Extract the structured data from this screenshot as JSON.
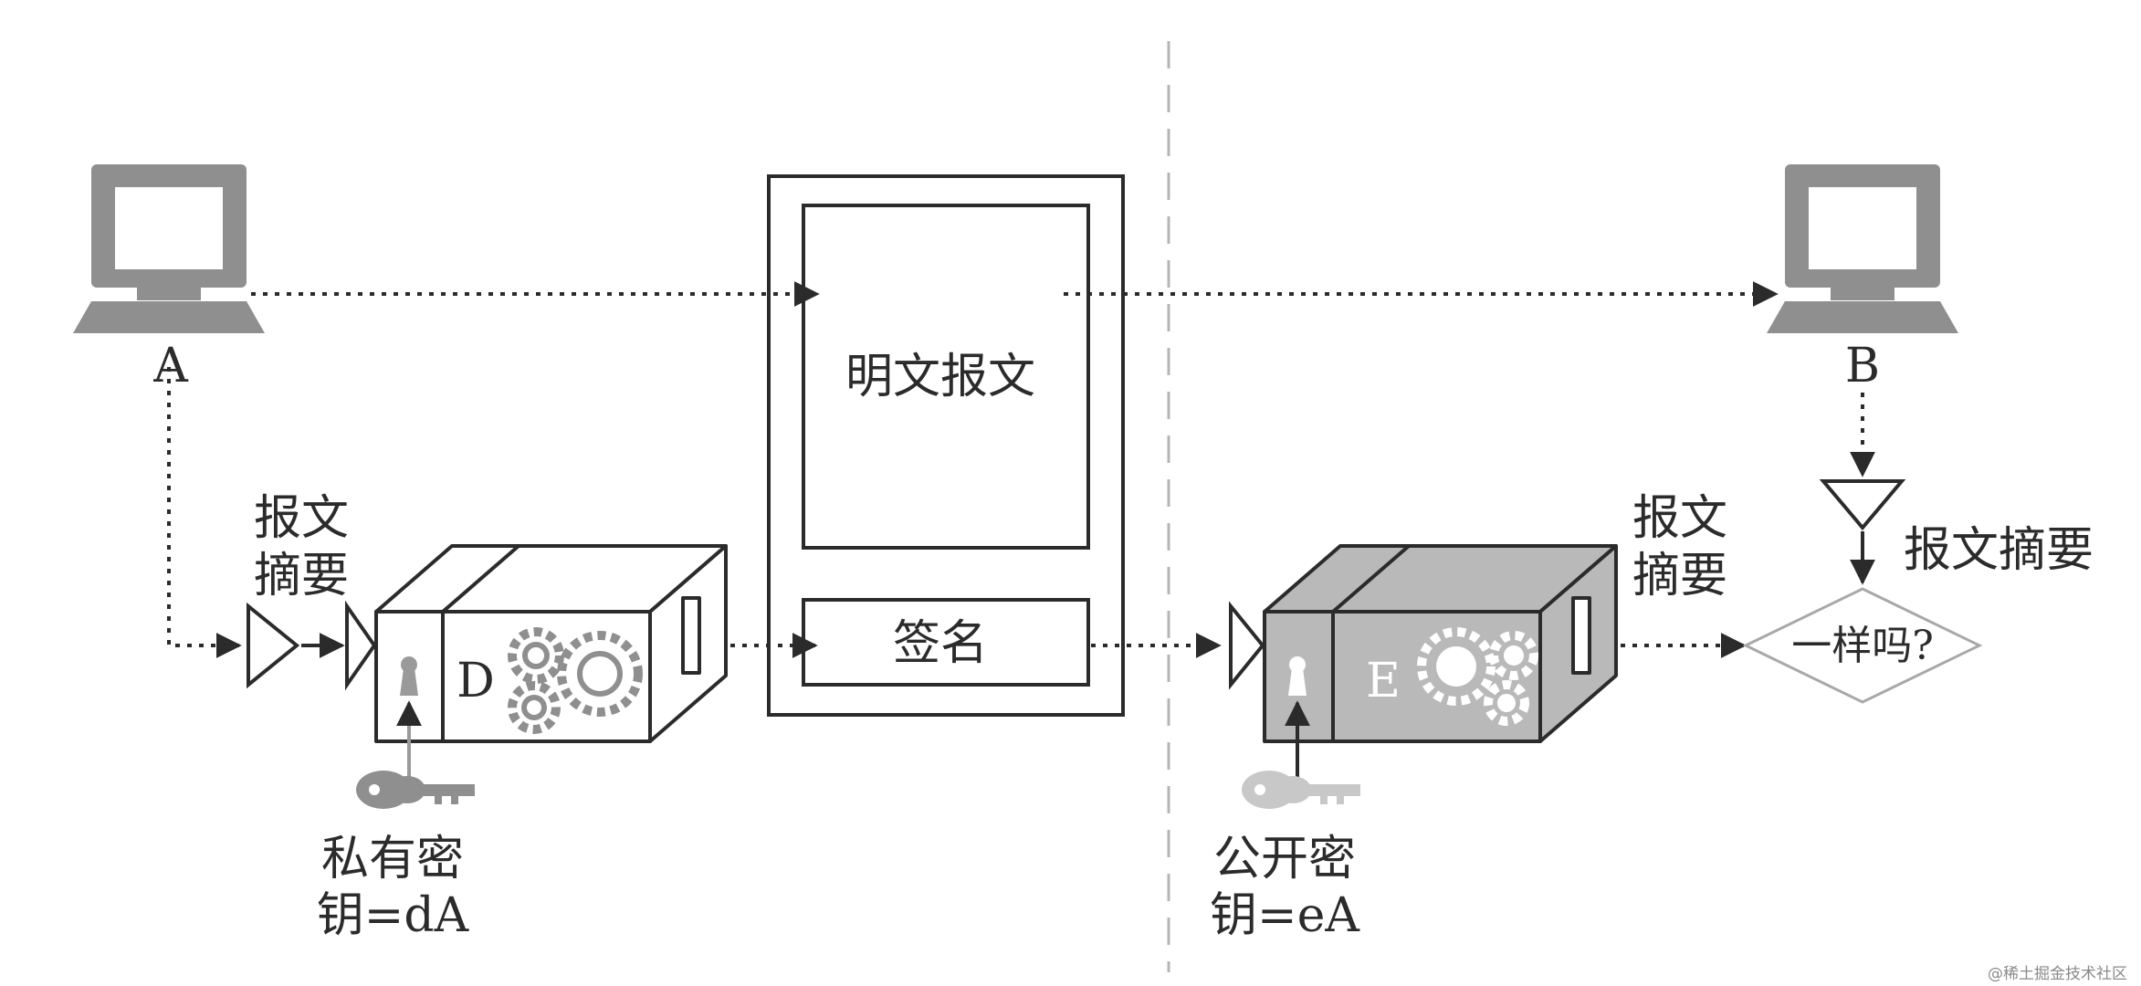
{
  "computers": {
    "a_label": "A",
    "b_label": "B"
  },
  "message": {
    "plaintext": "明文报文",
    "signature": "签名"
  },
  "left": {
    "digest_line1": "报文",
    "digest_line2": "摘要",
    "device_label": "D",
    "key_line1": "私有密",
    "key_line2": "钥=dA"
  },
  "right": {
    "digest_line1": "报文",
    "digest_line2": "摘要",
    "device_label": "E",
    "key_line1": "公开密",
    "key_line2": "钥=eA",
    "b_digest": "报文摘要",
    "compare": "一样吗?"
  },
  "watermark": "@稀土掘金技术社区",
  "colors": {
    "ink": "#2b2b2b",
    "monitor": "#8f8f8f",
    "device_dark": "#b9b9b9",
    "device_light": "#ffffff",
    "key_dark": "#8f8f8f",
    "key_light": "#c8c8c8",
    "divider": "#b5b5b5"
  }
}
